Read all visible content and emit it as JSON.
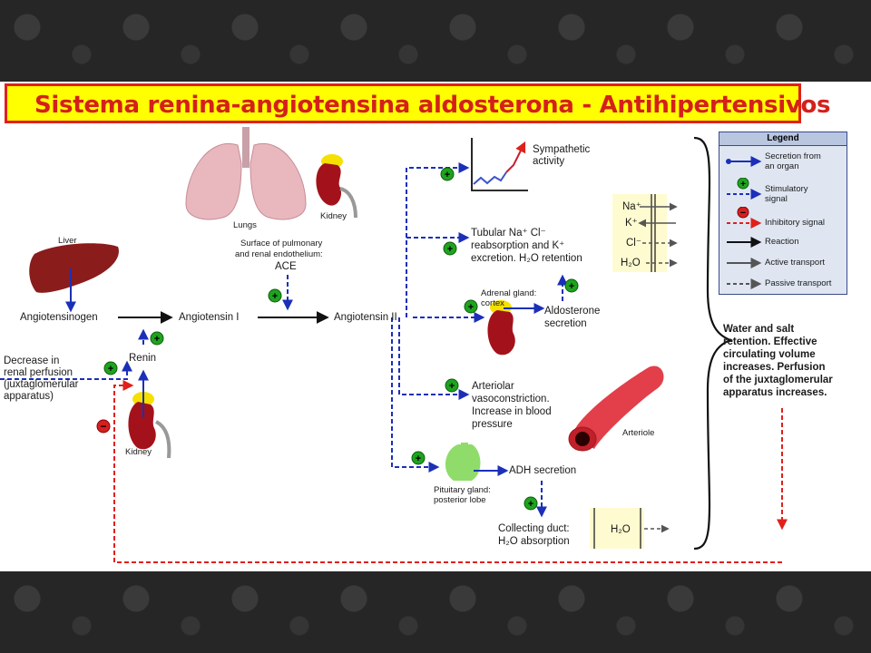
{
  "title": "Sistema renina-angiotensina aldosterona  -  Antihipertensivos",
  "organs": {
    "lungs": "Lungs",
    "kidney_top": "Kidney",
    "liver": "Liver",
    "kidney_bottom": "Kidney",
    "adrenal": "Adrenal gland: cortex",
    "arteriole": "Arteriole",
    "pituitary_1": "Pituitary gland:",
    "pituitary_2": "posterior lobe"
  },
  "labels": {
    "surface_1": "Surface of pulmonary",
    "surface_2": "and renal endothelium:",
    "ace": "ACE",
    "angiotensinogen": "Angiotensinogen",
    "angiotensin_1": "Angiotensin I",
    "angiotensin_2": "Angiotensin II",
    "renin": "Renin",
    "decrease_1": "Decrease in",
    "decrease_2": "renal perfusion",
    "decrease_3": "(juxtaglomerular",
    "decrease_4": "apparatus)",
    "sympathetic_1": "Sympathetic",
    "sympathetic_2": "activity",
    "tubular_1": "Tubular Na⁺ Cl⁻",
    "tubular_2": "reabsorption and K⁺",
    "tubular_3": "excretion. H₂O retention",
    "aldosterone_1": "Aldosterone",
    "aldosterone_2": "secretion",
    "arteriolar_1": "Arteriolar",
    "arteriolar_2": "vasoconstriction.",
    "arteriolar_3": "Increase in blood",
    "arteriolar_4": "pressure",
    "adh": "ADH secretion",
    "collecting_1": "Collecting duct:",
    "collecting_2": "H₂O absorption",
    "water_1": "Water and salt",
    "water_2": "retention. Effective",
    "water_3": "circulating volume",
    "water_4": "increases. Perfusion",
    "water_5": "of the juxtaglomerular",
    "water_6": "apparatus increases."
  },
  "ions": {
    "na": "Na⁺",
    "k": "K⁺",
    "cl": "Cl⁻",
    "h2o": "H₂O",
    "h2o_duct": "H₂O"
  },
  "legend": {
    "title": "Legend",
    "items": [
      {
        "text_1": "Secretion from",
        "text_2": "an organ"
      },
      {
        "text_1": "Stimulatory",
        "text_2": "signal"
      },
      {
        "text_1": "Inhibitory signal",
        "text_2": ""
      },
      {
        "text_1": "Reaction",
        "text_2": ""
      },
      {
        "text_1": "Active transport",
        "text_2": ""
      },
      {
        "text_1": "Passive transport",
        "text_2": ""
      }
    ]
  },
  "colors": {
    "title_bg": "#ffff00",
    "title_text": "#d4201b",
    "stimulatory": "#1b2fb8",
    "inhibitory": "#e0201b",
    "plus": "#1fa31f",
    "minus": "#d42020"
  }
}
